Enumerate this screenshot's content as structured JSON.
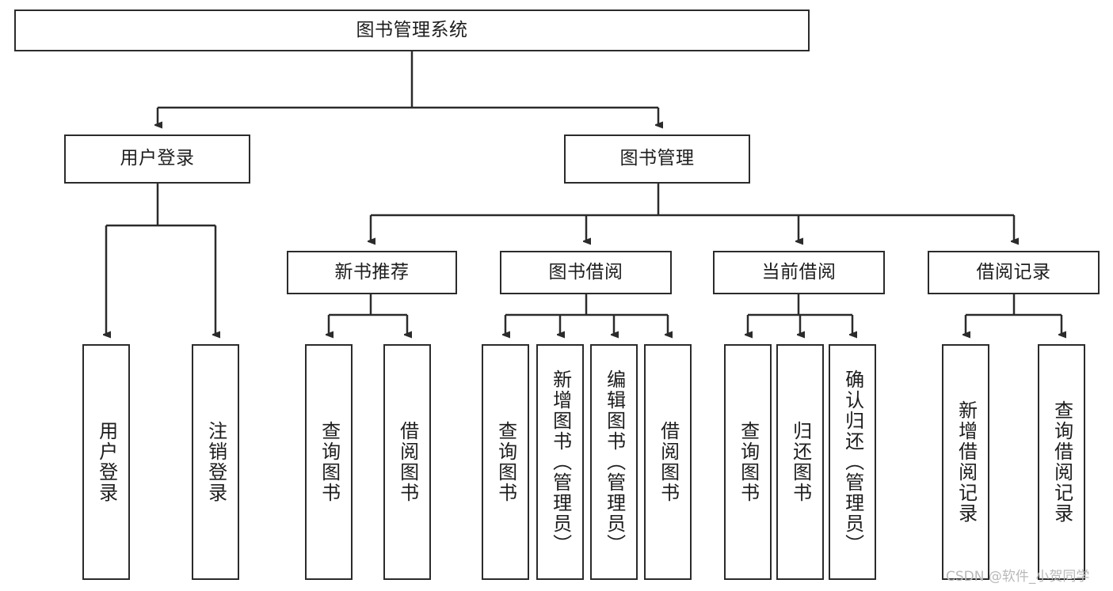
{
  "diagram": {
    "title": "图书管理系统",
    "type": "tree-hierarchy-chart",
    "root": {
      "label": "图书管理系统"
    },
    "level1": [
      {
        "label": "用户登录"
      },
      {
        "label": "图书管理"
      }
    ],
    "level2": [
      {
        "label": "新书推荐"
      },
      {
        "label": "图书借阅"
      },
      {
        "label": "当前借阅"
      },
      {
        "label": "借阅记录"
      }
    ],
    "leaves": {
      "user_login": [
        {
          "label": "用户登录"
        },
        {
          "label": "注销登录"
        }
      ],
      "new_book_recommend": [
        {
          "label": "查询图书"
        },
        {
          "label": "借阅图书"
        }
      ],
      "book_borrow": [
        {
          "label": "查询图书"
        },
        {
          "label": "新增图书（管理员）"
        },
        {
          "label": "编辑图书（管理员）"
        },
        {
          "label": "借阅图书"
        }
      ],
      "current_borrow": [
        {
          "label": "查询图书"
        },
        {
          "label": "归还图书"
        },
        {
          "label": "确认归还（管理员）"
        }
      ],
      "borrow_record": [
        {
          "label": "新增借阅记录"
        },
        {
          "label": "查询借阅记录"
        }
      ]
    }
  },
  "watermark": {
    "text": "CSDN @软件_小贺同学"
  },
  "colors": {
    "stroke": "#2b2b2b",
    "fill": "#ffffff",
    "text": "#1d1d1d",
    "watermark": "#b9b9b9"
  }
}
